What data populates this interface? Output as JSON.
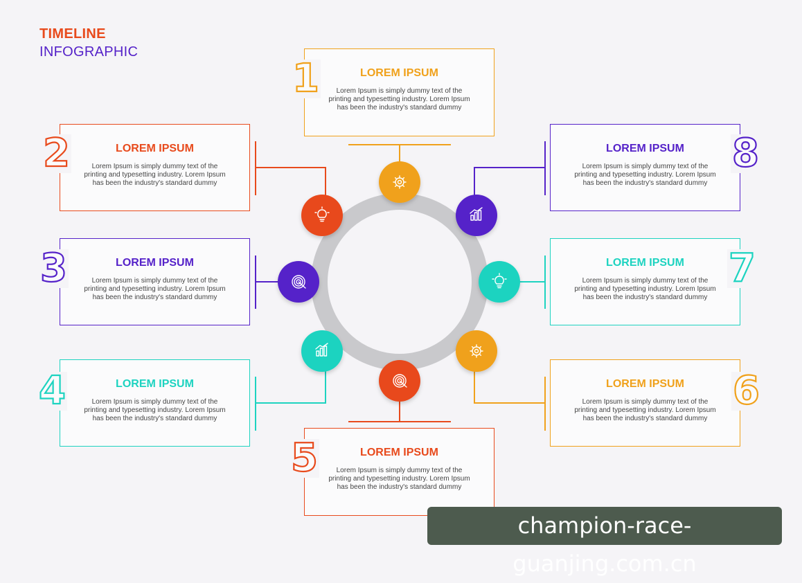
{
  "header": {
    "title_line1": "TIMELINE",
    "title_line2": "INFOGRAPHIC"
  },
  "colors": {
    "orange": "#f0a11b",
    "red_orange": "#e84a1c",
    "purple": "#5522c9",
    "teal": "#1dd3c0",
    "ring_gray": "#c9c9cc",
    "background": "#f5f4f7"
  },
  "steps": [
    {
      "number": "1",
      "title": "LOREM IPSUM",
      "body": [
        "Lorem Ipsum is simply dummy text of the",
        "printing and typesetting industry. Lorem Ipsum",
        "has been the industry's standard dummy"
      ],
      "color": "#f0a11b",
      "icon": "gear-icon"
    },
    {
      "number": "2",
      "title": "LOREM IPSUM",
      "body": [
        "Lorem Ipsum is simply dummy text of the",
        "printing and typesetting industry. Lorem Ipsum",
        "has been the industry's standard dummy"
      ],
      "color": "#e84a1c",
      "icon": "lightbulb-icon"
    },
    {
      "number": "3",
      "title": "LOREM IPSUM",
      "body": [
        "Lorem Ipsum is simply dummy text of the",
        "printing and typesetting industry. Lorem Ipsum",
        "has been the industry's standard dummy"
      ],
      "color": "#5522c9",
      "icon": "target-icon"
    },
    {
      "number": "4",
      "title": "LOREM IPSUM",
      "body": [
        "Lorem Ipsum is simply dummy text of the",
        "printing and typesetting industry. Lorem Ipsum",
        "has been the industry's standard dummy"
      ],
      "color": "#1dd3c0",
      "icon": "bar-chart-icon"
    },
    {
      "number": "5",
      "title": "LOREM IPSUM",
      "body": [
        "Lorem Ipsum is simply dummy text of the",
        "printing and typesetting industry. Lorem Ipsum",
        "has been the industry's standard dummy"
      ],
      "color": "#e84a1c",
      "icon": "target-icon"
    },
    {
      "number": "6",
      "title": "LOREM IPSUM",
      "body": [
        "Lorem Ipsum is simply dummy text of the",
        "printing and typesetting industry. Lorem Ipsum",
        "has been the industry's standard dummy"
      ],
      "color": "#f0a11b",
      "icon": "gear-icon"
    },
    {
      "number": "7",
      "title": "LOREM IPSUM",
      "body": [
        "Lorem Ipsum is simply dummy text of the",
        "printing and typesetting industry. Lorem Ipsum",
        "has been the industry's standard dummy"
      ],
      "color": "#1dd3c0",
      "icon": "lightbulb-icon"
    },
    {
      "number": "8",
      "title": "LOREM IPSUM",
      "body": [
        "Lorem Ipsum is simply dummy text of the",
        "printing and typesetting industry. Lorem Ipsum",
        "has been the industry's standard dummy"
      ],
      "color": "#5522c9",
      "icon": "bar-chart-icon"
    }
  ],
  "watermark": {
    "text": "champion-race-guanjing.com.cn"
  }
}
